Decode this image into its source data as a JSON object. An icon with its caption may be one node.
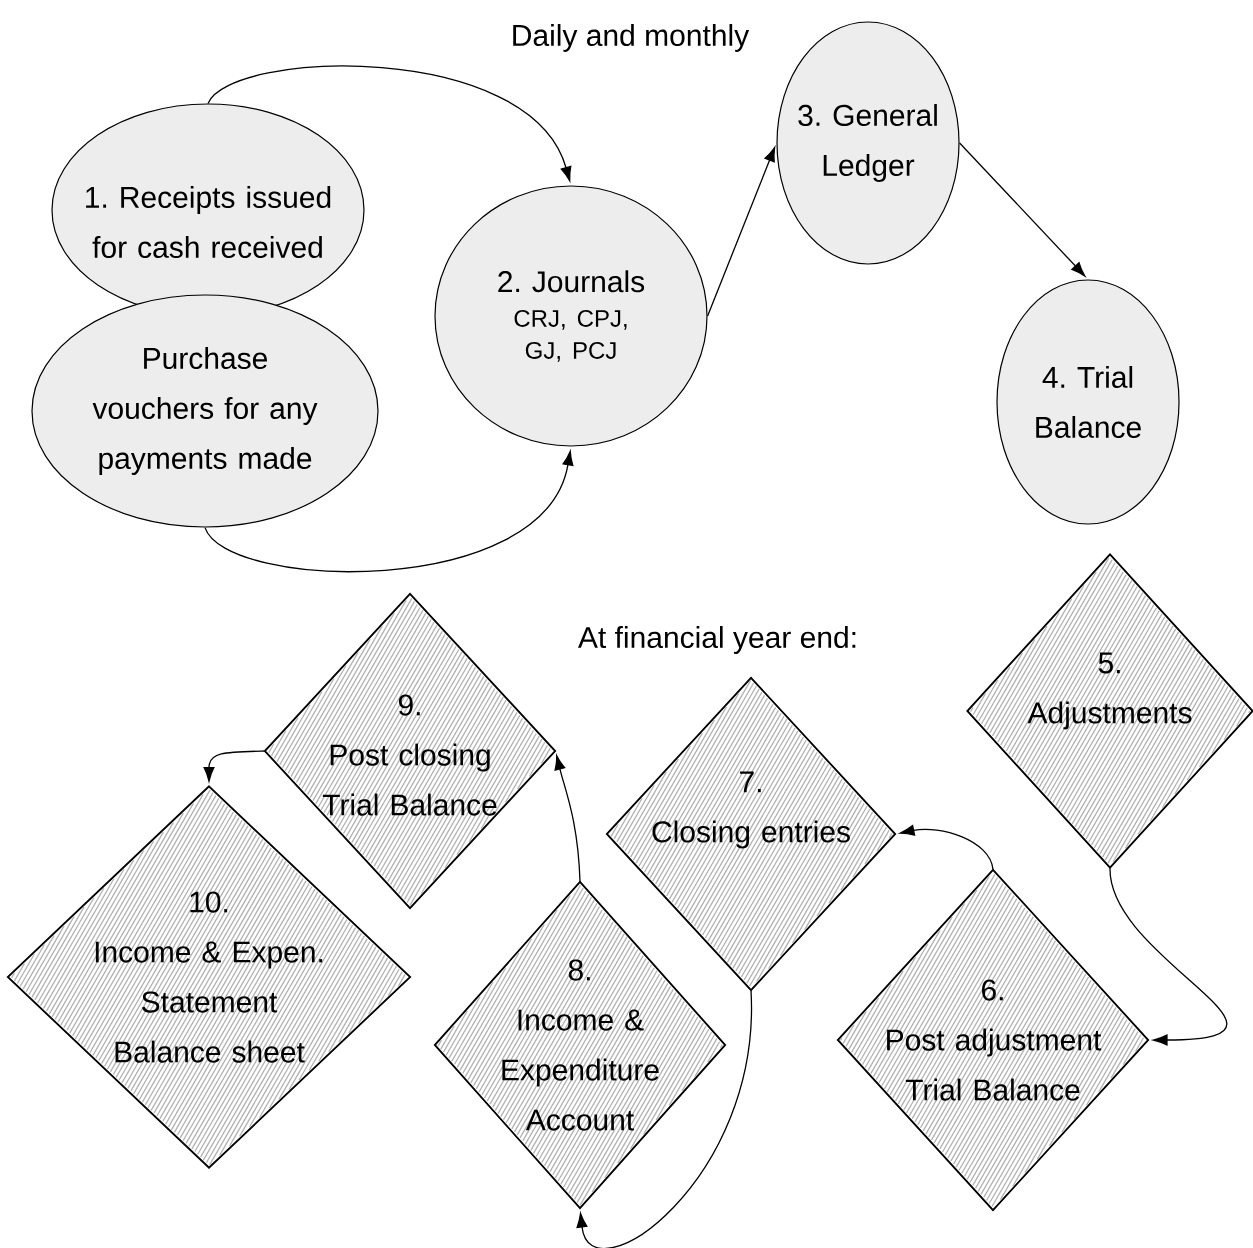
{
  "diagram": {
    "nodes": [
      {
        "text": [
          "1. Receipts issued for cash received"
        ]
      },
      {
        "text": [
          "Purchase vouchers for any payments made"
        ]
      },
      {
        "text": [
          "2. Journals",
          "CRJ, CPJ, GJ, PCJ"
        ]
      },
      {
        "text": [
          "3. General Ledger"
        ]
      },
      {
        "text": [
          "4. Trial Balance"
        ]
      },
      {
        "text": [
          "5.",
          "Adjustments"
        ]
      },
      {
        "text": [
          "6.",
          "Post adjustment Trial Balance"
        ]
      },
      {
        "text": [
          "7.",
          "Closing entries"
        ]
      },
      {
        "text": [
          "8.",
          "Income & Expenditure Account"
        ]
      },
      {
        "text": [
          "9.",
          "Post closing Trial Balance"
        ]
      },
      {
        "text": [
          "10.",
          "Income & Expen. Statement Balance sheet"
        ]
      }
    ],
    "edges": [
      {
        "from": 0,
        "to": 2,
        "arrow": "to"
      },
      {
        "from": 1,
        "to": 2,
        "arrow": "to"
      },
      {
        "from": 2,
        "to": 3,
        "arrow": "to"
      },
      {
        "from": 3,
        "to": 4,
        "arrow": "to"
      },
      {
        "from": 5,
        "to": 6,
        "arrow": "to"
      },
      {
        "from": 6,
        "to": 7,
        "arrow": "to"
      },
      {
        "from": 7,
        "to": 8,
        "arrow": "to"
      },
      {
        "from": 8,
        "to": 9,
        "arrow": "to"
      },
      {
        "from": 9,
        "to": 10,
        "arrow": "to"
      }
    ],
    "labels": [
      "Daily and monthly",
      "At financial year end:"
    ]
  }
}
